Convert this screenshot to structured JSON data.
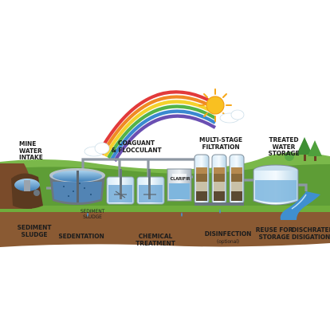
{
  "labels": {
    "mine_water_intake": "MINE\nWATER\nINTAKE",
    "coagulant_flocculant": "COAGUANT\n& FLOCCULANT",
    "multi_stage_filtration": "MULTI-STAGE\nFILTRATION",
    "treated_water_storage": "TREATED\nWATER\nSTORAGE",
    "clarifier": "CLARIFIR",
    "sediment_sludge_tank": "SEDIMENT\nSLUDGE",
    "sediment_sludge": "SEDIMENT\nSLUDGE",
    "sedimentation": "SEDENTATION",
    "chemical_treatment": "CHEMICAL TREATMENT",
    "disinfection": "DISINFECTION",
    "disinfection_note": "(optional)",
    "reuse_for_storage": "REUSE FOR\nSTORAGE",
    "discharge_irrigation": "DISCHRATER\nDISIGATION"
  },
  "icons": [
    "rainbow",
    "sun-icon",
    "cloud-icon",
    "tree-icon",
    "pipe",
    "tank",
    "filter-column",
    "river"
  ],
  "colors": {
    "water": "#4f8fc4",
    "water_light": "#a8d2ee",
    "grass": "#6fae3c",
    "soil": "#8a5a33",
    "sun": "#f7b21b",
    "pipe": "#9aa3ad"
  }
}
